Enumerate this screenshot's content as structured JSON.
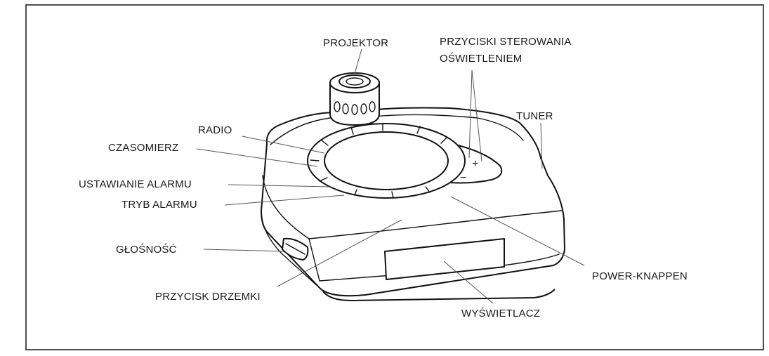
{
  "labels": {
    "projektor": "PROJEKTOR",
    "przyciski_line1": "PRZYCISKI STEROWANIA",
    "przyciski_line2": "OŚWIETLENIEM",
    "tuner": "TUNER",
    "radio": "RADIO",
    "czasomierz": "CZASOMIERZ",
    "ustawianie_alarmu": "USTAWIANIE ALARMU",
    "tryb_alarmu": "TRYB ALARMU",
    "glosnosc": "GŁOŚNOŚĆ",
    "przycisk_drzemki": "PRZYCISK DRZEMKI",
    "power_knappen": "POWER-KNAPPEN",
    "wyswietlacz": "WYŚWIETLACZ"
  },
  "button_symbols": {
    "plus": "+",
    "minus": "−"
  }
}
